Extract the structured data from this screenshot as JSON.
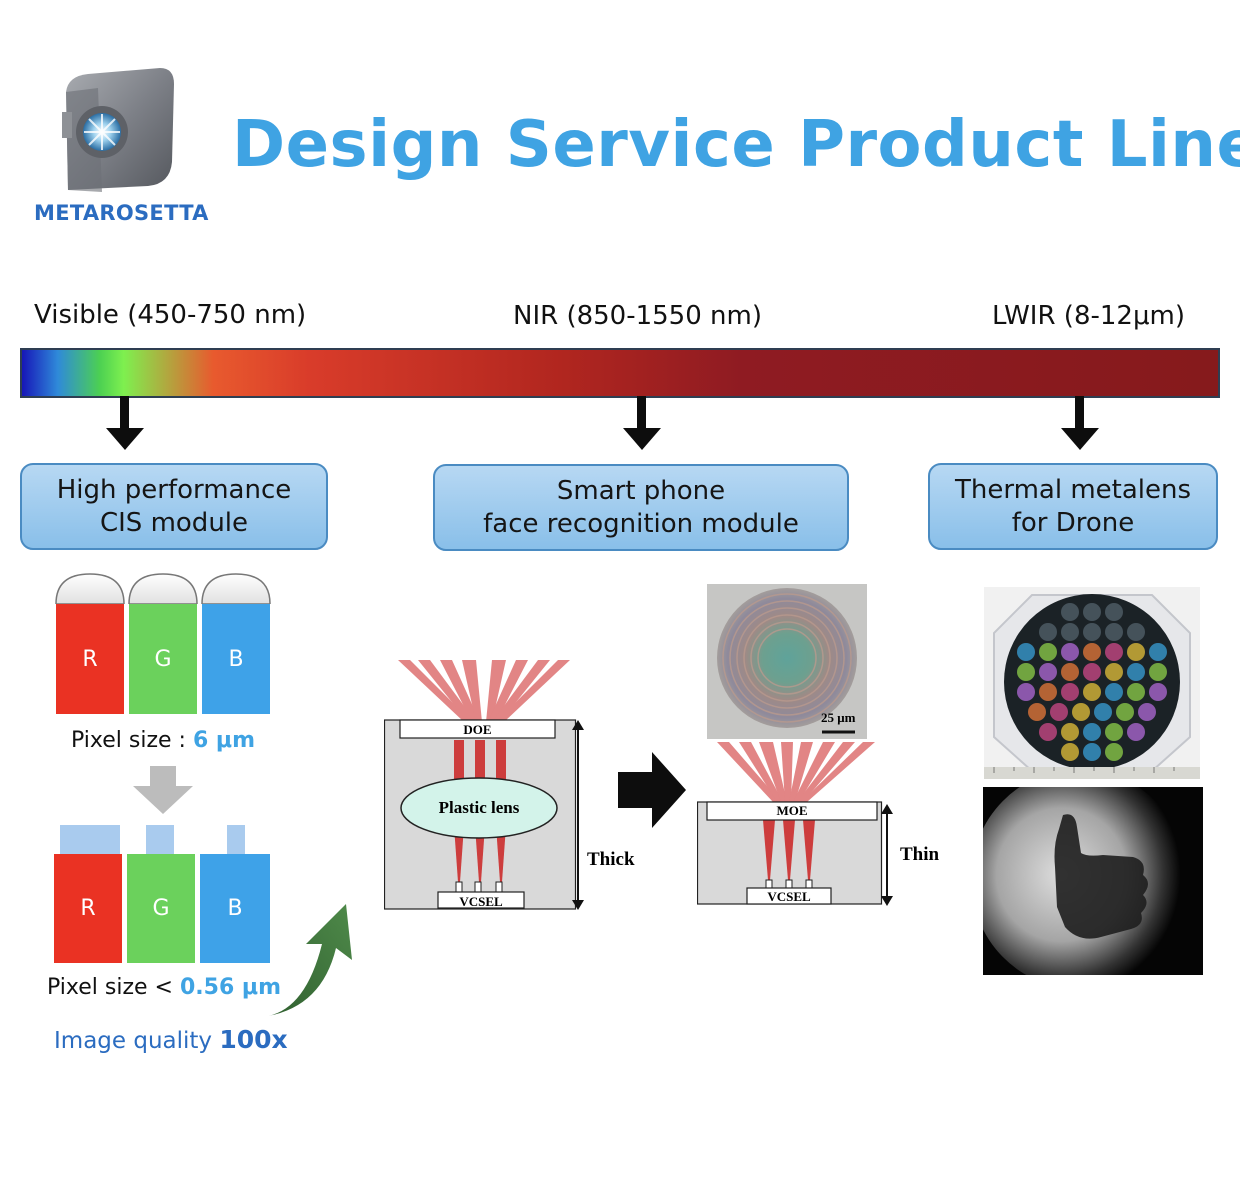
{
  "header": {
    "title": "Design Service Product Line",
    "brand": "METAROSETTA",
    "logo_icon": "metarosetta-logo-icon"
  },
  "spectrum": {
    "bands": [
      {
        "label": "Visible (450-750 nm)"
      },
      {
        "label": "NIR (850-1550 nm)"
      },
      {
        "label": "LWIR (8-12μm)"
      }
    ],
    "colors": [
      "#1616b8",
      "#4cd052",
      "#7ef04f",
      "#e85a2e",
      "#b1261f",
      "#861a1c"
    ]
  },
  "products": [
    {
      "line1": "High performance",
      "line2": "CIS module"
    },
    {
      "line1": "Smart phone",
      "line2": "face recognition module"
    },
    {
      "line1": "Thermal metalens",
      "line2": "for Drone"
    }
  ],
  "cis": {
    "channels": [
      "R",
      "G",
      "B"
    ],
    "pixel_size_prefix_1": "Pixel size : ",
    "pixel_size_value_1": "6 μm",
    "pixel_size_prefix_2": "Pixel size < ",
    "pixel_size_value_2": "0.56 μm",
    "image_quality_prefix": "Image quality ",
    "image_quality_value": "100x",
    "channel_colors": {
      "R": "#ea3223",
      "G": "#6bd15c",
      "B": "#3ea2e8"
    }
  },
  "face_module": {
    "before": {
      "doe": "DOE",
      "lens": "Plastic lens",
      "vcsel": "VCSEL",
      "thickness": "Thick"
    },
    "after": {
      "moe": "MOE",
      "vcsel": "VCSEL",
      "thickness": "Thin",
      "scale": "25 μm"
    }
  }
}
